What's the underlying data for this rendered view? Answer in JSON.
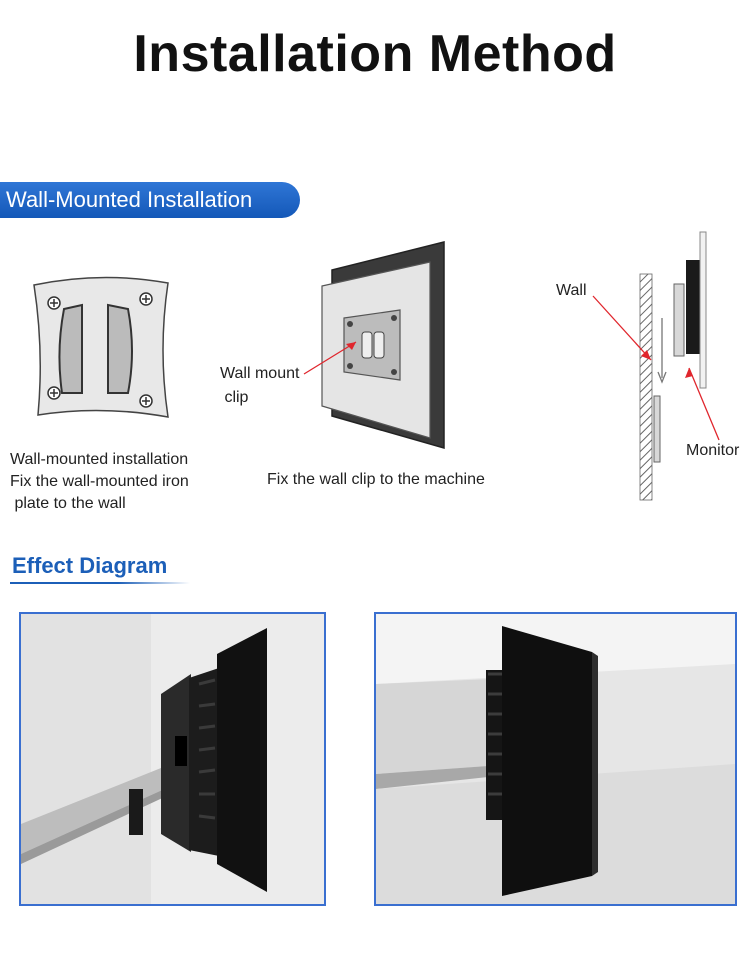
{
  "title": "Installation Method",
  "wall_section": {
    "heading": "Wall-Mounted Installation",
    "step1_caption": [
      "Wall-mounted installation",
      "Fix the wall-mounted iron",
      " plate to the wall"
    ],
    "step2_label": [
      "Wall mount",
      " clip"
    ],
    "step2_caption": "Fix the wall clip to the machine",
    "step3_wall_label": "Wall",
    "step3_monitor_label": "Monitor"
  },
  "effect_section": {
    "heading": "Effect Diagram"
  },
  "colors": {
    "accent_blue": "#1c5fb8",
    "pill_blue": "#2f76d6",
    "arrow_red": "#e0262d",
    "frame_blue": "#3a6fd0"
  }
}
